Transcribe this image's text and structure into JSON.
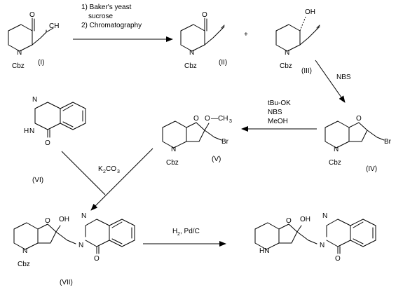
{
  "step1": {
    "line1": "1) Baker's yeast",
    "line2": "sucrose",
    "line3": "2) Chromatography"
  },
  "step_nbs": "NBS",
  "step_v": {
    "line1": "tBu-OK",
    "line2": "NBS",
    "line3": "MeOH"
  },
  "step_k2co3": {
    "base": "K",
    "sub1": "2",
    "mid": "CO",
    "sub2": "3"
  },
  "step_h2": {
    "base": "H",
    "sub": "2",
    "rest": ", Pd/C"
  },
  "atoms": {
    "O": "O",
    "N": "N",
    "H": "H",
    "HN": "HN",
    "OH": "OH",
    "Cbz": "Cbz",
    "CH": "CH",
    "Br": "Br",
    "plus": "+",
    "two": "2",
    "three": "3",
    "OCH3_dash": "—"
  },
  "labels": {
    "I": "(I)",
    "II": "(II)",
    "III": "(III)",
    "IV": "(IV)",
    "V": "(V)",
    "VI": "(VI)",
    "VII": "(VII)"
  }
}
